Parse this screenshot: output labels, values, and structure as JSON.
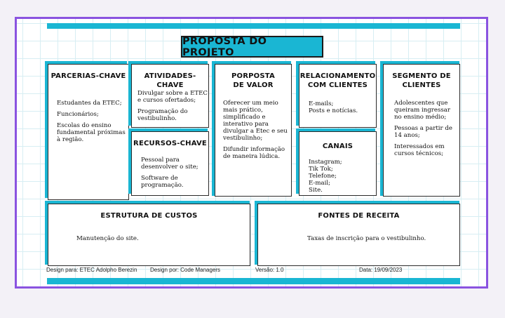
{
  "title": "PROPOSTA DO PROJETO",
  "accent_color": "#1ab6d3",
  "frame_color": "#8a53e0",
  "blocks": {
    "parcerias": {
      "title": "PARCERIAS-CHAVE",
      "items": [
        "Estudantes da ETEC;",
        "Funcionários;",
        "Escolas do ensino fundamental próximas à região."
      ]
    },
    "atividades": {
      "title": "ATIVIDADES-CHAVE",
      "items": [
        "Divulgar sobre a ETEC e cursos ofertados;",
        "Programação do vestibulinho."
      ]
    },
    "recursos": {
      "title": "RECURSOS-CHAVE",
      "items": [
        "Pessoal para desenvolver o site;",
        "Software de programação."
      ]
    },
    "proposta": {
      "title": "PORPOSTA DE VALOR",
      "items": [
        "Oferecer um meio mais prático, simplificado e interativo para divulgar a Etec e seu vestibulinho;",
        "Difundir informação de maneira lúdica."
      ]
    },
    "relacionamento": {
      "title": "RELACIONAMENTO COM CLIENTES",
      "items": [
        "E-mails;",
        "Posts e notícias."
      ]
    },
    "canais": {
      "title": "CANAIS",
      "lines": [
        "Instagram;",
        "Tik Tok;",
        "Telefone;",
        "E-mail;",
        "Site."
      ]
    },
    "segmento": {
      "title": "SEGMENTO DE CLIENTES",
      "items": [
        "Adolescentes que queiram ingressar no ensino médio;",
        "Pessoas a partir de 14 anos;",
        "Interessados em cursos técnicos;"
      ]
    },
    "custos": {
      "title": "ESTRUTURA DE CUSTOS",
      "text": "Manutenção do site."
    },
    "receita": {
      "title": "FONTES DE RECEITA",
      "text": "Taxas de inscrição para o vestibulinho."
    }
  },
  "footer": {
    "design_for": "Design para: ETEC Adolpho Berezin",
    "design_by": "Design por: Code Managers",
    "version": "Versão: 1.0",
    "date": "Data: 19/09/2023"
  }
}
